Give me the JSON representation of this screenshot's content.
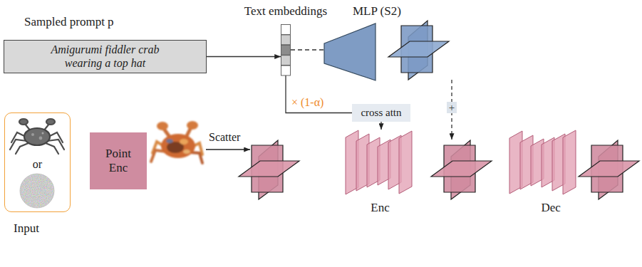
{
  "diagram": {
    "nodes": [
      {
        "text": [
          "Sampled prompt p",
          "Amigurumi fiddler crab wearing a top hat"
        ]
      },
      {
        "text": [
          "Text embeddings"
        ]
      },
      {
        "text": [
          "MLP (S2)"
        ]
      },
      {
        "text": [
          "cross attn"
        ]
      },
      {
        "text": [
          "or",
          "Input"
        ]
      },
      {
        "text": [
          "Point Enc"
        ]
      },
      {
        "text": [
          "Enc"
        ]
      },
      {
        "text": [
          "Dec"
        ]
      }
    ],
    "edges": [
      {
        "from": 0,
        "to": 1,
        "arrow": "to"
      },
      {
        "from": 1,
        "to": 2,
        "arrow": "none"
      },
      {
        "from": 1,
        "to": 3,
        "arrow": "none",
        "label": "× (1-α)"
      },
      {
        "from": 3,
        "to": 6,
        "arrow": "to"
      }
    ],
    "labels": [
      "Scatter",
      "+"
    ]
  }
}
